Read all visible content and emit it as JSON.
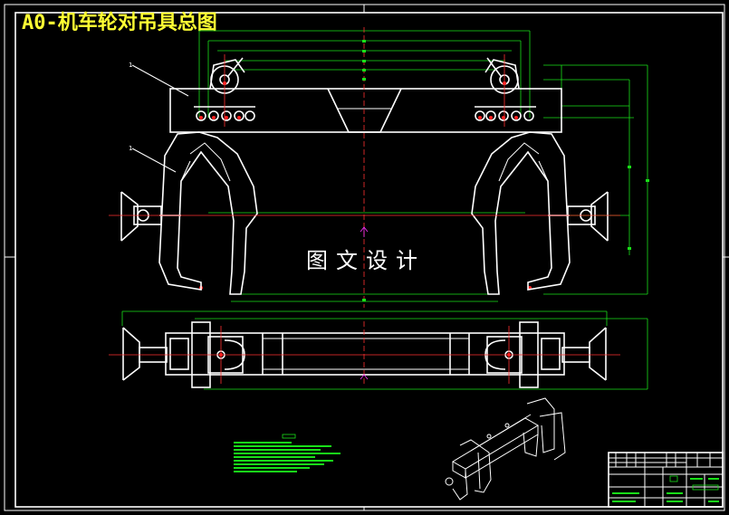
{
  "drawing": {
    "title": "A0-机车轮对吊具总图",
    "watermark": "图文设计",
    "leaders": [
      "1",
      "1"
    ]
  },
  "colors": {
    "background": "#000000",
    "outline": "#ffffff",
    "dimension": "#19e019",
    "centerline": "#ff3030",
    "title": "#ffff33",
    "marker": "#ff33ff"
  }
}
